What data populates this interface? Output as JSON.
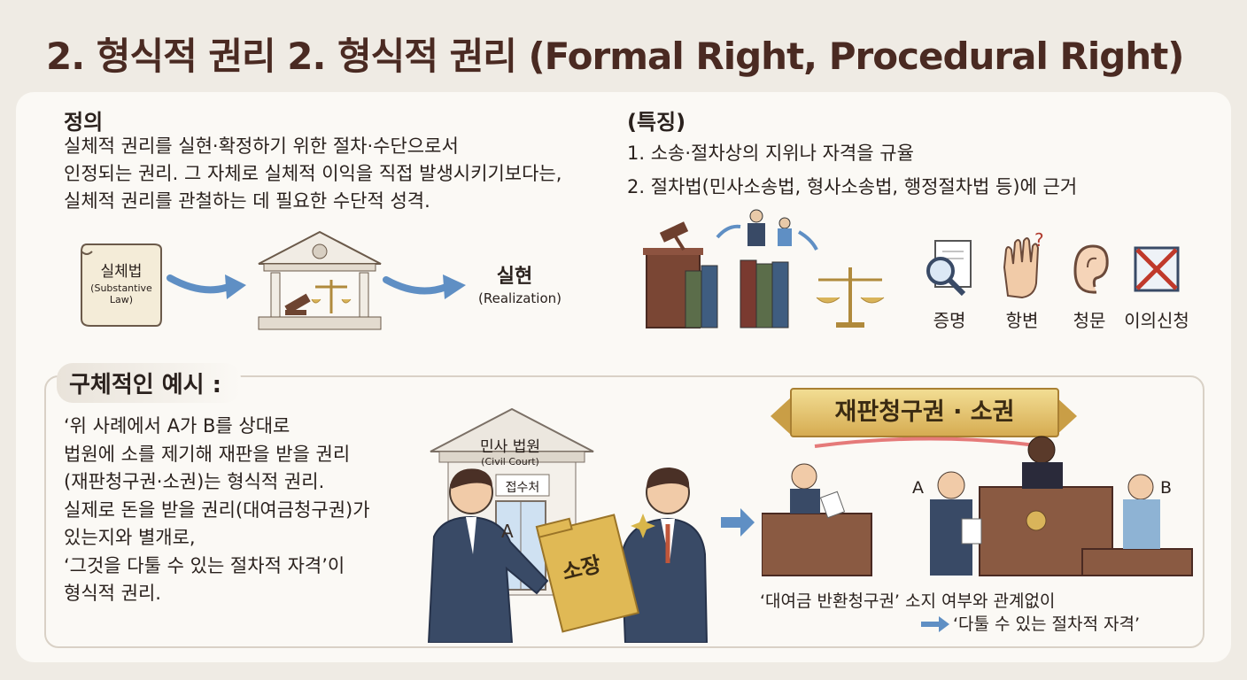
{
  "title": "2. 형식적 권리 2. 형식적 권리 (Formal Right, Procedural Right)",
  "definition": {
    "heading": "정의",
    "lines": [
      "실체적 권리를 실현·확정하기 위한 절차·수단으로서",
      "인정되는 권리. 그 자체로 실체적 이익을 직접 발생시키기보다는,",
      "실체적 권리를 관철하는 데 필요한 수단적 성격."
    ],
    "scroll_label": "실체법",
    "scroll_sub": "(Substantive Law)",
    "result_label": "실현",
    "result_sub": "(Realization)"
  },
  "features": {
    "heading": "(특징)",
    "items": [
      "1. 소송·절차상의 지위나 자격을 규율",
      "2. 절차법(민사소송법, 형사소송법, 행정절차법 등)에 근거"
    ],
    "icons": [
      {
        "icon": "magnifier-document-icon",
        "label": "증명"
      },
      {
        "icon": "raised-hand-icon",
        "label": "항변"
      },
      {
        "icon": "ear-icon",
        "label": "청문"
      },
      {
        "icon": "cross-box-icon",
        "label": "이의신청"
      }
    ]
  },
  "example": {
    "heading": "구체적인 예시 :",
    "lines": [
      "‘위 사례에서 A가 B를 상대로",
      "법원에 소를 제기해 재판을 받을 권리",
      "(재판청구권·소권)는 형식적 권리.",
      "실제로 돈을 받을 권리(대여금청구권)가",
      "있는지와 별개로,",
      "‘그것을 다툴 수 있는 절차적 자격’이",
      "형식적 권리."
    ],
    "court_name": "민사 법원",
    "court_sub": "(Civil Court)",
    "reception": "접수처",
    "door_label": "A",
    "folder_label": "소장",
    "banner": "재판청구권 · 소권",
    "party_a": "A",
    "party_b": "B",
    "caption1": "‘대여금 반환청구권’ 소지 여부와 관계없이",
    "caption2": "‘다툴 수 있는 절차적 자격’"
  },
  "colors": {
    "title": "#4a2a22",
    "arrow": "#5f8fc4",
    "banner": "#e2c06a",
    "cross": "#c0392b"
  }
}
